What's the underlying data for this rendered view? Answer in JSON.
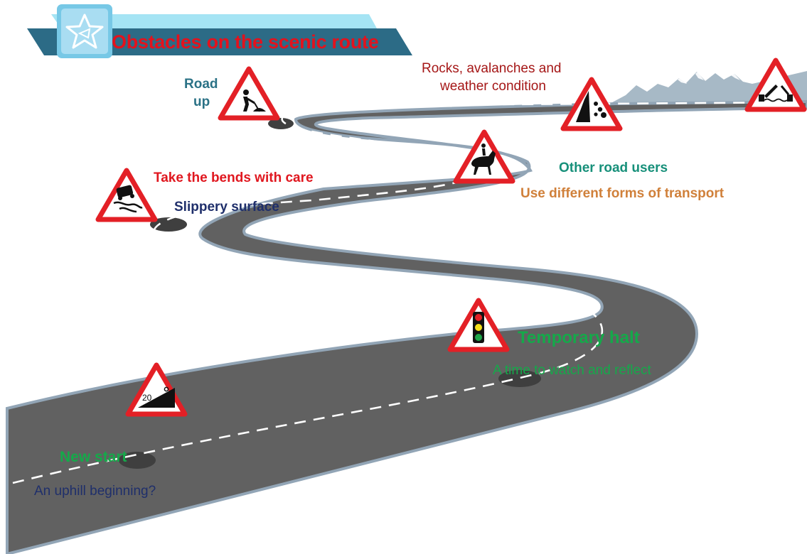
{
  "title": "Obstacles on the scenic route",
  "colors": {
    "road": "#616161",
    "road_edge": "#8fa1b3",
    "sign_red": "#e32026",
    "banner": "#2c6b86",
    "banner_light": "#7dd2ee",
    "logo_bg": "#a9ddf2",
    "mountain": "#a7b9c6"
  },
  "icons": {
    "logo": "star-icon",
    "signs": [
      "steep-hill-sign-icon",
      "slippery-road-sign-icon",
      "road-works-sign-icon",
      "horse-rider-sign-icon",
      "falling-rocks-sign-icon",
      "opening-bridge-sign-icon",
      "traffic-light-sign-icon"
    ]
  },
  "labels": {
    "road_up_1": "Road",
    "road_up_2": "up",
    "rocks_1": "Rocks, avalanches and",
    "rocks_2": "weather condition",
    "bends": "Take the bends with care",
    "slippery": "Slippery surface",
    "other_users": "Other road users",
    "transport": "Use different forms of transport",
    "temp_halt": "Temporary halt",
    "watch": "A time to watch and reflect",
    "new_start": "New start",
    "uphill": "An uphill beginning?",
    "grade": "20"
  }
}
